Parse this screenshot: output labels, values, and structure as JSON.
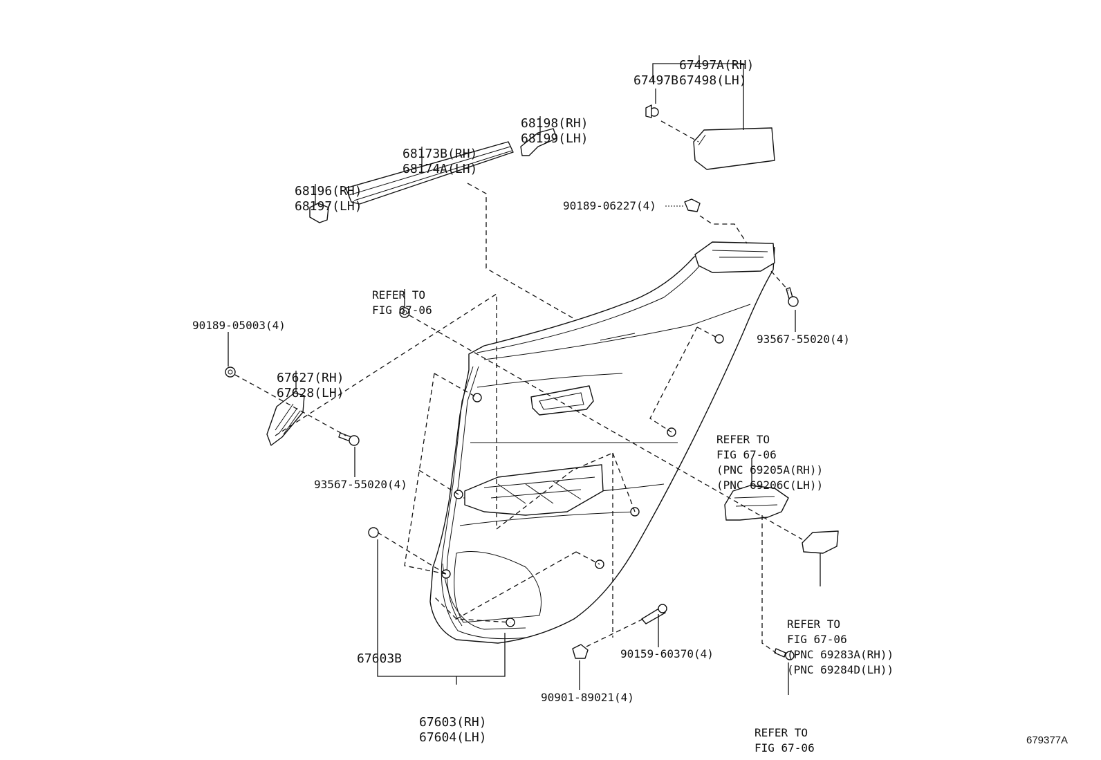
{
  "figure_id": "679377A",
  "labels": {
    "p67497": [
      "67497A(RH)",
      "67498(LH)"
    ],
    "p67497b": "67497B",
    "p68198": [
      "68198(RH)",
      "68199(LH)"
    ],
    "p68173": [
      "68173B(RH)",
      "68174A(LH)"
    ],
    "p68196": [
      "68196(RH)",
      "68197(LH)"
    ],
    "p90189_06227": "90189-06227(4)",
    "refer_top": [
      "REFER TO",
      "FIG 67-06"
    ],
    "p90189_05003": "90189-05003(4)",
    "p67627": [
      "67627(RH)",
      "67628(LH)"
    ],
    "p93567_right": "93567-55020(4)",
    "p93567_left": "93567-55020(4)",
    "refer_handle": [
      "REFER TO",
      "FIG 67-06",
      "(PNC 69205A(RH))",
      "(PNC 69206C(LH))"
    ],
    "refer_cover": [
      "REFER TO",
      "FIG 67-06",
      "(PNC 69283A(RH))",
      "(PNC 69284D(LH))"
    ],
    "p67603b": "67603B",
    "p67603": [
      "67603(RH)",
      "67604(LH)"
    ],
    "p90159": "90159-60370(4)",
    "p90901": "90901-89021(4)",
    "refer_bottom": [
      "REFER TO",
      "FIG 67-06"
    ]
  }
}
